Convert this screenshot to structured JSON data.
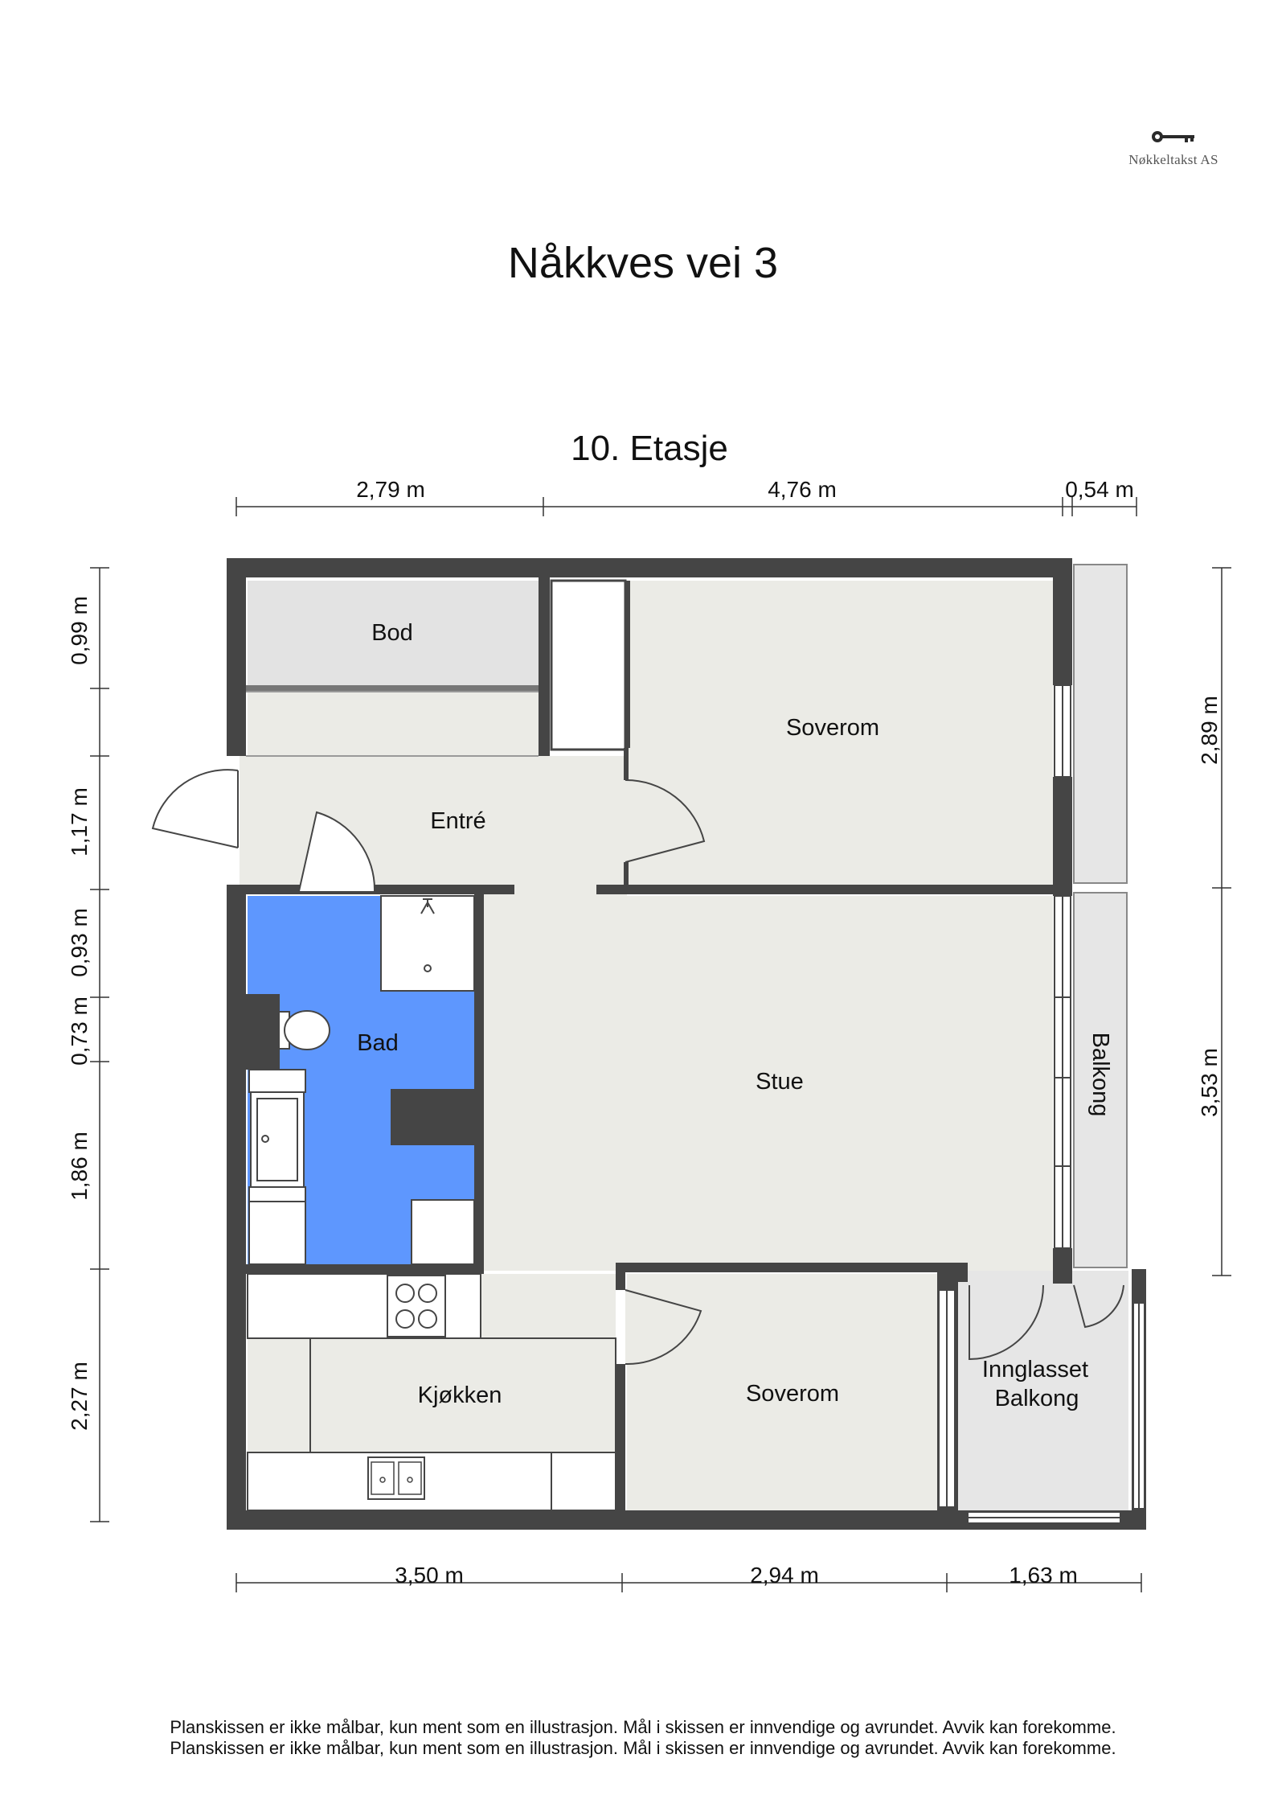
{
  "logo": {
    "company": "Nøkkeltakst AS",
    "icon": "key-icon"
  },
  "title": "Nåkkves vei 3",
  "floor": "10. Etasje",
  "rooms": {
    "bod": "Bod",
    "entre": "Entré",
    "soverom_1": "Soverom",
    "bad": "Bad",
    "stue": "Stue",
    "balkong": "Balkong",
    "kjokken": "Kjøkken",
    "soverom_2": "Soverom",
    "innglasset_line1": "Innglasset",
    "innglasset_line2": "Balkong"
  },
  "dimensions": {
    "top": [
      "2,79 m",
      "4,76 m",
      "0,54 m"
    ],
    "bottom": [
      "3,50 m",
      "2,94 m",
      "1,63 m"
    ],
    "left": [
      "0,99 m",
      "1,17 m",
      "0,93 m",
      "0,73 m",
      "1,86 m",
      "2,27 m"
    ],
    "right": [
      "2,89 m",
      "3,53 m"
    ]
  },
  "colors": {
    "wall": "#454545",
    "bath": "#5e97fe",
    "floor": "#ebebe6",
    "storage": "#e3e3e3",
    "balcony": "#e6e6e6"
  },
  "disclaimer": [
    "Planskissen er ikke målbar, kun ment som en illustrasjon. Mål i skissen er innvendige og avrundet. Avvik kan forekomme.",
    "Planskissen er ikke målbar, kun ment som en illustrasjon. Mål i skissen er innvendige og avrundet. Avvik kan forekomme."
  ]
}
